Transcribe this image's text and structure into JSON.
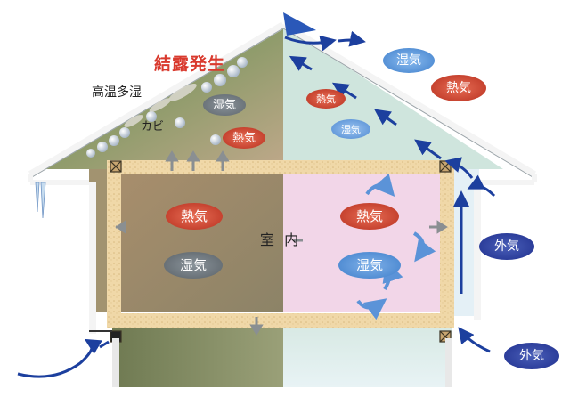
{
  "labels": {
    "condensation": "結露発生",
    "high_humidity": "高温多湿",
    "mold": "カビ",
    "indoor": "室 内"
  },
  "bubbles": {
    "roof_left_humidity": "湿気",
    "roof_left_heat": "熱気",
    "room_left_heat": "熱気",
    "room_left_humidity": "湿気",
    "room_right_heat": "熱気",
    "room_right_humidity": "湿気",
    "attic_right_heat": "熱気",
    "attic_right_humidity": "湿気",
    "outside_humidity": "湿気",
    "outside_heat": "熱気",
    "outside_air_upper": "外気",
    "outside_air_lower": "外気"
  },
  "colors": {
    "condensation_text": "#d93a2e",
    "heat": "#d8452e",
    "humidity_gray": "#6f7880",
    "humidity_blue": "#3f7fcb",
    "outside_air": "#1f2f8e",
    "arrow_blue": "#1c3f9e",
    "cycle_arrow": "#5b93d8"
  }
}
